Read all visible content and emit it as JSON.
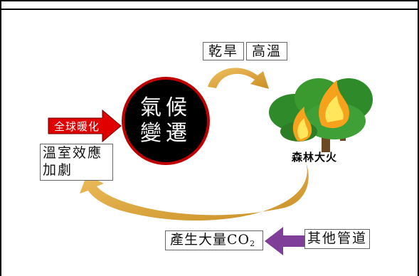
{
  "labels": {
    "drought": "乾旱",
    "high_temp": "高溫",
    "climate_line1": "氣候",
    "climate_line2": "變遷",
    "global_warming": "全球暖化",
    "greenhouse_line1": "溫室效應",
    "greenhouse_line2": "加劇",
    "forest_fire": "森林大火",
    "co2_prefix": "產生大量CO",
    "co2_sub": "2",
    "other_channels": "其他管道"
  },
  "colors": {
    "cycle_arrow": "#d9a53a",
    "global_warming_arrow": "#e00000",
    "other_arrow": "#7f3f98",
    "circle_fill": "#000000",
    "circle_ring": "#c00000"
  }
}
